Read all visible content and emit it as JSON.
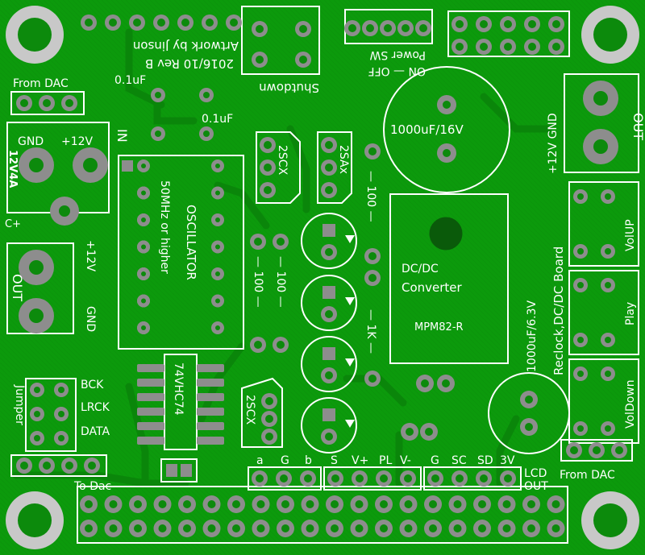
{
  "board": {
    "colors": {
      "pcb": "#0c9a0c",
      "pcb_dark": "#0a840a",
      "silk": "#ffffff",
      "pad": "#8d8d8d",
      "hole": "#0c8a0c",
      "mount": "#c8c8c8"
    }
  },
  "labels": {
    "artwork": "Artwork by Jinson",
    "rev": "2016/10 Rev B",
    "shutdown": "Shutdown",
    "power_sw": "Power SW",
    "on_off": "ON — OFF",
    "from_dac_top": "From DAC",
    "cap_01uf_a": "0.1uF",
    "cap_01uf_b": "0.1uF",
    "in_label": "IN",
    "gnd_in": "GND",
    "plus12_in": "+12V",
    "rating": "12V4A",
    "c_plus": "C+",
    "out_left": "OUT",
    "plus12_left": "+12V",
    "gnd_left": "GND",
    "osc_line1": "OSCILLATOR",
    "osc_line2": "50MHz or higher",
    "q_2scx_top": "2SCX",
    "q_2sax": "2SAx",
    "r_100_a": "— 100 —",
    "r_100_b": "— 100 —",
    "r_100_c": "— 100 —",
    "r_1k": "— 1K —",
    "cap_big_top": "1000uF/16V",
    "dcdc_line1": "DC/DC",
    "dcdc_line2": "Converter",
    "dcdc_model": "MPM82-R",
    "cap_big_right": "1000uF/6.3V",
    "reclock": "Reclock,DC/DC Board",
    "plus12_gnd_right": "+12V GND",
    "out_right": "OUT",
    "volup": "VolUP",
    "play": "Play",
    "voldown": "VolDown",
    "ic": "74VHC74",
    "q_2scx_bottom": "2SCX",
    "bck": "BCK",
    "lrck": "LRCK",
    "data": "DATA",
    "jumper": "Jumper",
    "to_dac": "To Dac",
    "hdr_a": "a",
    "hdr_g": "G",
    "hdr_b": "b",
    "hdr_s": "S",
    "hdr_vplus": "V+",
    "hdr_pl": "PL",
    "hdr_vminus": "V-",
    "hdr_g2": "G",
    "hdr_sc": "SC",
    "hdr_sd": "SD",
    "hdr_3v": "3V",
    "lcd_out_1": "LCD",
    "lcd_out_2": "OUT",
    "from_dac_bottom": "From DAC"
  }
}
